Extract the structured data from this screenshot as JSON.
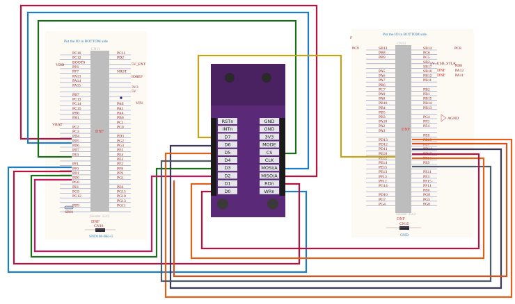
{
  "left_board": {
    "note": "Put the IO in BOTTOM side",
    "connector_ref": "CN11",
    "header_name": "Header 35x2",
    "dnf": "DNF",
    "left_pins": [
      "PC10",
      "PC12",
      "BOOT0",
      "PF6",
      "PF7",
      "PA13",
      "PA14",
      "PA15",
      "",
      "PB7",
      "PC13",
      "PC14",
      "PC15",
      "PH0",
      "PH1",
      "",
      "PC2",
      "PC3",
      "PD4",
      "PD5",
      "PD6",
      "PD7",
      "PE3",
      "",
      "PF1",
      "PF0",
      "PD1",
      "PD0",
      "PG0",
      "PE1",
      "PG9",
      "PG12",
      "",
      "PD9",
      ""
    ],
    "right_pins": [
      "PC11",
      "PD2",
      "",
      "",
      "NRST",
      "",
      "",
      "",
      "",
      "",
      "",
      "PA0",
      "PA1",
      "PA4",
      "PB0",
      "PC1",
      "PC0",
      "",
      "PD3",
      "PG2",
      "PG3",
      "PE5",
      "PE4",
      "PE3",
      "PF2",
      "PF8",
      "PF9",
      "PG1",
      "",
      "PE6",
      "PG15",
      "PG10",
      "PG13",
      "PG11",
      ""
    ],
    "net_labels": {
      "vdd": "VDD",
      "vbat": "VBAT",
      "v5_ext": "5V_EXT",
      "ioref": "IOREF",
      "v3v3": "3V3",
      "v5": "5V",
      "vin": "VIN"
    },
    "solder_bridge": "SB81",
    "bottom_ref": "CN16",
    "bottom_part": "SND100-BK-G"
  },
  "right_board": {
    "note": "Put the IO in BOTTOM side",
    "corner_mark": "F",
    "connector_ref": "CN12",
    "header_name": "Header 35x2",
    "dnf": "DNF",
    "left_pins": [
      "SB13",
      "PB8",
      "PB9",
      "",
      "",
      "PA5",
      "PA6",
      "PA7",
      "PB6",
      "PC7",
      "PA9",
      "PA8",
      "PB10",
      "PB4",
      "PB5",
      "PB3",
      "PA10",
      "PA2",
      "PA3",
      "",
      "PD13",
      "PD12",
      "PD11",
      "PE10",
      "PE12",
      "PE14",
      "PE15",
      "PE13",
      "PF13",
      "PF12",
      "PG14",
      "",
      "PD10",
      "PG7",
      "PG4"
    ],
    "right_pins": [
      "SB14",
      "PC6",
      "PC5",
      "SB2",
      "SB17",
      "SB16",
      "PB12",
      "PB11",
      "",
      "PB2",
      "PB1",
      "PB15",
      "PB14",
      "PB13",
      "",
      "PC4",
      "PF5",
      "PF4",
      "",
      "PE8",
      "PE10",
      "PE7",
      "PD14",
      "PD15",
      "PF14",
      "PE9",
      "",
      "PE11",
      "PF3",
      "PF15",
      "PF11",
      "PE0",
      "PG8",
      "PG5",
      "PG6"
    ],
    "net_labels": {
      "pc9": "PC9",
      "pc8": "PC8",
      "usb": "5V_USB_STLK",
      "pd8": "PD8",
      "pa12": "PA12",
      "pa11": "PA11",
      "agnd": "AGND",
      "dnf1": "DNF",
      "dnf2": "DNF"
    },
    "bottom_ref": "CN15",
    "bottom_part": "GND"
  },
  "module": {
    "left_pins": [
      "RSTn",
      "INTn",
      "D7",
      "D6",
      "D5",
      "D4",
      "D3",
      "D2",
      "D1",
      "D0"
    ],
    "right_pins": [
      "GND",
      "GND",
      "3V3",
      "MODE",
      "CS",
      "CLK",
      "MOSI/A",
      "MISO/A",
      "RDn",
      "WRn"
    ],
    "board_color": "#5a2a78"
  },
  "wire_colors": {
    "red": "#b5123e",
    "blue": "#1f7cc4",
    "green": "#1d6b1d",
    "olive": "#c4a31c",
    "orange": "#e0601a",
    "navy": "#3a3856",
    "slate": "#4c5a68",
    "magenta": "#c4145c"
  }
}
